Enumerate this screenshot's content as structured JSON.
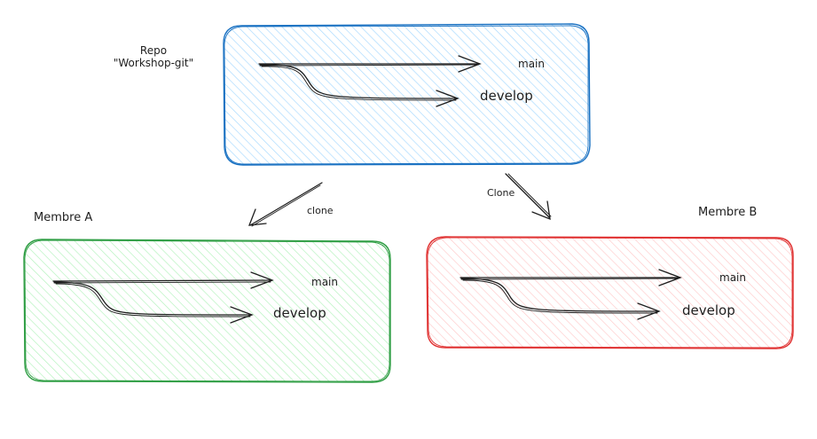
{
  "repo": {
    "title_line1": "Repo",
    "title_line2": "\"Workshop-git\"",
    "branch_main": "main",
    "branch_develop": "develop",
    "fill_color": "#a5d8ff",
    "stroke_color": "#1971c2"
  },
  "clone_label": "clone",
  "clone_label_right": "Clone",
  "member_a": {
    "title": "Membre A",
    "branch_main": "main",
    "branch_develop": "develop",
    "fill_color": "#b2f2bb",
    "stroke_color": "#2f9e44"
  },
  "member_b": {
    "title": "Membre B",
    "branch_main": "main",
    "branch_develop": "develop",
    "fill_color": "#ffc9c9",
    "stroke_color": "#e03131"
  }
}
